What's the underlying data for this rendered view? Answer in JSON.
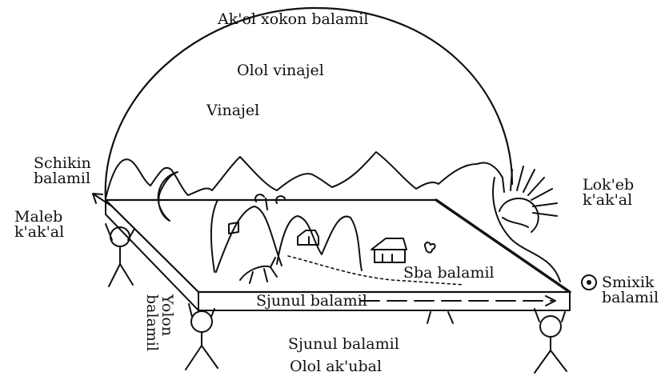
{
  "labels": {
    "top_sky": "Ak'ol xokon balamil",
    "middle_sky": "Olol vinajel",
    "lower_sky": "Vinajel",
    "northwest": "Schikin\nbalamil",
    "west": "Maleb\nk'ak'al",
    "east": "Lok'eb\nk'ak'al",
    "southeast": "Smixik\nbalamil",
    "earth_surface": "Sba balamil",
    "earth_edge": "Sjunul balamil",
    "south_vertical": "Yolon\nbalamil",
    "below_earth": "Sjunul balamil",
    "underworld": "Olol ak'ubal"
  },
  "icons": [
    "moon-icon",
    "sun-icon",
    "circle-dot-icon",
    "house-icon",
    "mountain-icon"
  ],
  "colors": {
    "ink": "#111111",
    "paper": "#ffffff"
  }
}
